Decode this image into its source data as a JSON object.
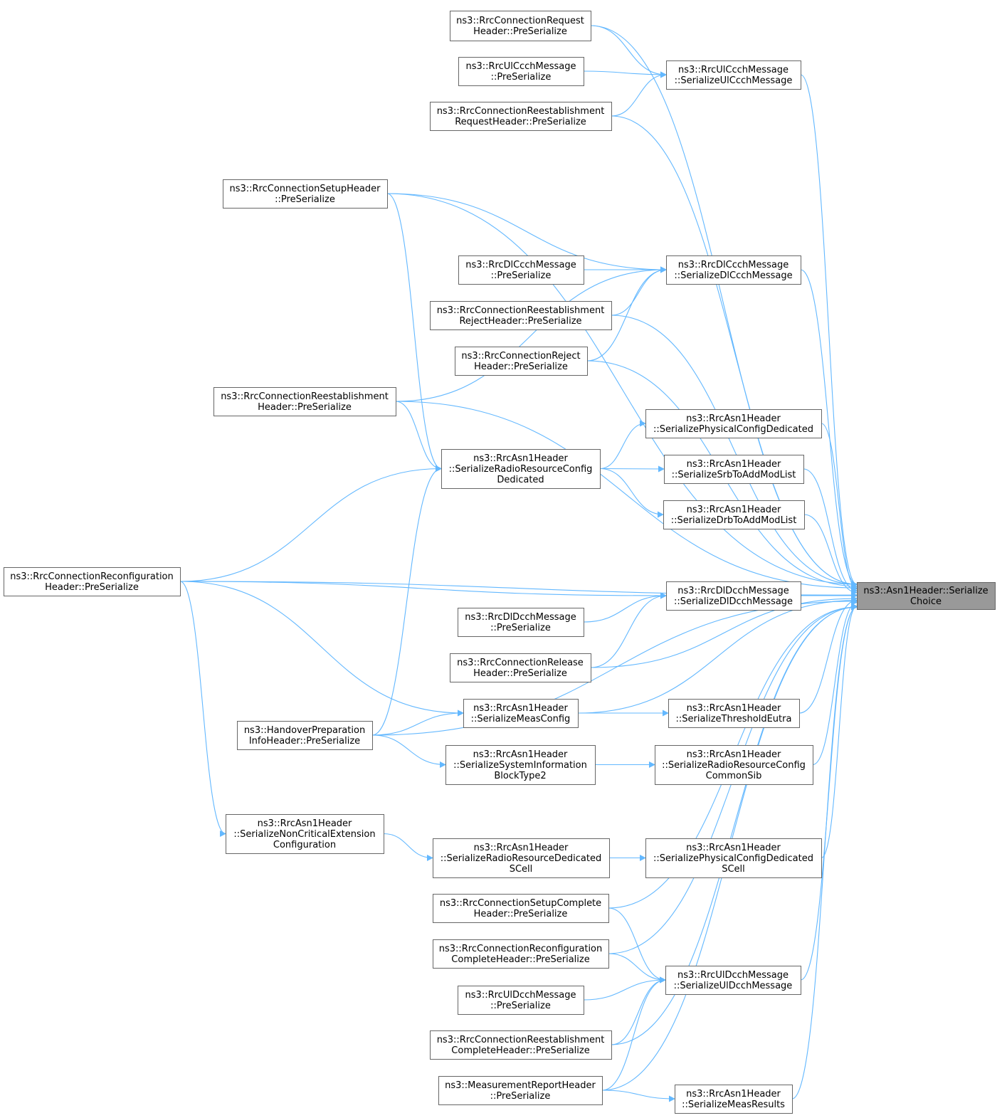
{
  "diagram": {
    "colors": {
      "edge": "#63b8ff",
      "node_border": "#666666",
      "root_fill": "#999999",
      "node_fill": "#ffffff"
    },
    "root": {
      "id": "root",
      "lines": [
        "ns3::Asn1Header::Serialize",
        "Choice"
      ]
    },
    "nodes": [
      {
        "id": "rcr",
        "lines": [
          "ns3::RrcConnectionRequest",
          "Header::PreSerialize"
        ]
      },
      {
        "id": "ulccch_pre",
        "lines": [
          "ns3::RrcUlCcchMessage",
          "::PreSerialize"
        ]
      },
      {
        "id": "rcreq",
        "lines": [
          "ns3::RrcConnectionReestablishment",
          "RequestHeader::PreSerialize"
        ]
      },
      {
        "id": "ulccch_ser",
        "lines": [
          "ns3::RrcUlCcchMessage",
          "::SerializeUlCcchMessage"
        ]
      },
      {
        "id": "setup",
        "lines": [
          "ns3::RrcConnectionSetupHeader",
          "::PreSerialize"
        ]
      },
      {
        "id": "dlccch_pre",
        "lines": [
          "ns3::RrcDlCcchMessage",
          "::PreSerialize"
        ]
      },
      {
        "id": "rcrej",
        "lines": [
          "ns3::RrcConnectionReestablishment",
          "RejectHeader::PreSerialize"
        ]
      },
      {
        "id": "reject",
        "lines": [
          "ns3::RrcConnectionReject",
          "Header::PreSerialize"
        ]
      },
      {
        "id": "dlccch_ser",
        "lines": [
          "ns3::RrcDlCcchMessage",
          "::SerializeDlCcchMessage"
        ]
      },
      {
        "id": "reest",
        "lines": [
          "ns3::RrcConnectionReestablishment",
          "Header::PreSerialize"
        ]
      },
      {
        "id": "phys",
        "lines": [
          "ns3::RrcAsn1Header",
          "::SerializePhysicalConfigDedicated"
        ]
      },
      {
        "id": "rrcd",
        "lines": [
          "ns3::RrcAsn1Header",
          "::SerializeRadioResourceConfig",
          "Dedicated"
        ]
      },
      {
        "id": "srb",
        "lines": [
          "ns3::RrcAsn1Header",
          "::SerializeSrbToAddModList"
        ]
      },
      {
        "id": "drb",
        "lines": [
          "ns3::RrcAsn1Header",
          "::SerializeDrbToAddModList"
        ]
      },
      {
        "id": "reconf",
        "lines": [
          "ns3::RrcConnectionReconfiguration",
          "Header::PreSerialize"
        ]
      },
      {
        "id": "dldcch_ser",
        "lines": [
          "ns3::RrcDlDcchMessage",
          "::SerializeDlDcchMessage"
        ]
      },
      {
        "id": "dldcch_pre",
        "lines": [
          "ns3::RrcDlDcchMessage",
          "::PreSerialize"
        ]
      },
      {
        "id": "release",
        "lines": [
          "ns3::RrcConnectionRelease",
          "Header::PreSerialize"
        ]
      },
      {
        "id": "meascfg",
        "lines": [
          "ns3::RrcAsn1Header",
          "::SerializeMeasConfig"
        ]
      },
      {
        "id": "thresh",
        "lines": [
          "ns3::RrcAsn1Header",
          "::SerializeThresholdEutra"
        ]
      },
      {
        "id": "handover",
        "lines": [
          "ns3::HandoverPreparation",
          "InfoHeader::PreSerialize"
        ]
      },
      {
        "id": "sib2",
        "lines": [
          "ns3::RrcAsn1Header",
          "::SerializeSystemInformation",
          "BlockType2"
        ]
      },
      {
        "id": "rrccsib",
        "lines": [
          "ns3::RrcAsn1Header",
          "::SerializeRadioResourceConfig",
          "CommonSib"
        ]
      },
      {
        "id": "noncrit",
        "lines": [
          "ns3::RrcAsn1Header",
          "::SerializeNonCriticalExtension",
          "Configuration"
        ]
      },
      {
        "id": "rrdscell",
        "lines": [
          "ns3::RrcAsn1Header",
          "::SerializeRadioResourceDedicated",
          "SCell"
        ]
      },
      {
        "id": "physscell",
        "lines": [
          "ns3::RrcAsn1Header",
          "::SerializePhysicalConfigDedicated",
          "SCell"
        ]
      },
      {
        "id": "setupc",
        "lines": [
          "ns3::RrcConnectionSetupComplete",
          "Header::PreSerialize"
        ]
      },
      {
        "id": "reconfc",
        "lines": [
          "ns3::RrcConnectionReconfiguration",
          "CompleteHeader::PreSerialize"
        ]
      },
      {
        "id": "uldcch_pre",
        "lines": [
          "ns3::RrcUlDcchMessage",
          "::PreSerialize"
        ]
      },
      {
        "id": "reestc",
        "lines": [
          "ns3::RrcConnectionReestablishment",
          "CompleteHeader::PreSerialize"
        ]
      },
      {
        "id": "uldcch_ser",
        "lines": [
          "ns3::RrcUlDcchMessage",
          "::SerializeUlDcchMessage"
        ]
      },
      {
        "id": "measrep",
        "lines": [
          "ns3::MeasurementReportHeader",
          "::PreSerialize"
        ]
      },
      {
        "id": "measres",
        "lines": [
          "ns3::RrcAsn1Header",
          "::SerializeMeasResults"
        ]
      }
    ],
    "edges": [
      [
        "rcr",
        "root"
      ],
      [
        "rcr",
        "ulccch_ser"
      ],
      [
        "ulccch_pre",
        "ulccch_ser"
      ],
      [
        "rcreq",
        "root"
      ],
      [
        "rcreq",
        "ulccch_ser"
      ],
      [
        "ulccch_ser",
        "root"
      ],
      [
        "setup",
        "root"
      ],
      [
        "setup",
        "dlccch_ser"
      ],
      [
        "setup",
        "rrcd"
      ],
      [
        "dlccch_pre",
        "dlccch_ser"
      ],
      [
        "rcrej",
        "root"
      ],
      [
        "rcrej",
        "dlccch_ser"
      ],
      [
        "reject",
        "root"
      ],
      [
        "reject",
        "dlccch_ser"
      ],
      [
        "dlccch_ser",
        "root"
      ],
      [
        "reest",
        "root"
      ],
      [
        "reest",
        "dlccch_ser"
      ],
      [
        "reest",
        "rrcd"
      ],
      [
        "phys",
        "root"
      ],
      [
        "srb",
        "root"
      ],
      [
        "drb",
        "root"
      ],
      [
        "rrcd",
        "phys"
      ],
      [
        "rrcd",
        "srb"
      ],
      [
        "rrcd",
        "drb"
      ],
      [
        "reconf",
        "root"
      ],
      [
        "reconf",
        "rrcd"
      ],
      [
        "reconf",
        "dldcch_ser"
      ],
      [
        "reconf",
        "meascfg"
      ],
      [
        "reconf",
        "noncrit"
      ],
      [
        "dldcch_ser",
        "root"
      ],
      [
        "dldcch_pre",
        "dldcch_ser"
      ],
      [
        "release",
        "root"
      ],
      [
        "release",
        "dldcch_ser"
      ],
      [
        "meascfg",
        "root"
      ],
      [
        "meascfg",
        "thresh"
      ],
      [
        "thresh",
        "root"
      ],
      [
        "handover",
        "rrcd"
      ],
      [
        "handover",
        "meascfg"
      ],
      [
        "handover",
        "sib2"
      ],
      [
        "handover",
        "root"
      ],
      [
        "sib2",
        "rrccsib"
      ],
      [
        "rrccsib",
        "root"
      ],
      [
        "noncrit",
        "rrdscell"
      ],
      [
        "rrdscell",
        "physscell"
      ],
      [
        "physscell",
        "root"
      ],
      [
        "setupc",
        "root"
      ],
      [
        "setupc",
        "uldcch_ser"
      ],
      [
        "reconfc",
        "root"
      ],
      [
        "reconfc",
        "uldcch_ser"
      ],
      [
        "uldcch_pre",
        "uldcch_ser"
      ],
      [
        "reestc",
        "root"
      ],
      [
        "reestc",
        "uldcch_ser"
      ],
      [
        "uldcch_ser",
        "root"
      ],
      [
        "measrep",
        "root"
      ],
      [
        "measrep",
        "uldcch_ser"
      ],
      [
        "measrep",
        "measres"
      ],
      [
        "measres",
        "root"
      ]
    ]
  }
}
